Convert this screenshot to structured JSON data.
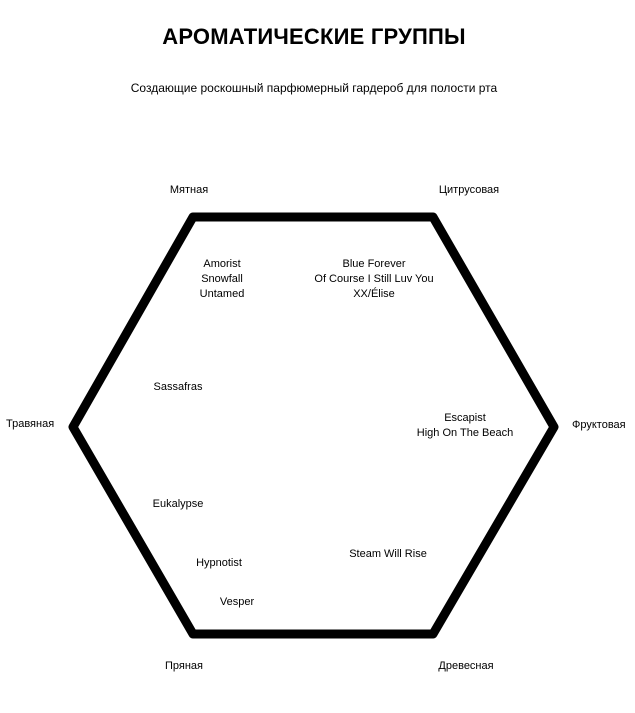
{
  "title": "АРОМАТИЧЕСКИЕ ГРУППЫ",
  "subtitle": "Создающие роскошный парфюмерный гардероб для полости рта",
  "corners": {
    "top_left": "Мятная",
    "top_right": "Цитрусовая",
    "left": "Травяная",
    "right": "Фруктовая",
    "bottom_left": "Пряная",
    "bottom_right": "Древесная"
  },
  "groups": {
    "mint": [
      "Amorist",
      "Snowfall",
      "Untamed"
    ],
    "citrus": [
      "Blue Forever",
      "Of Course I Still Luv You",
      "XX/Élise"
    ],
    "herbal": [
      "Sassafras"
    ],
    "fruity": [
      "Escapist",
      "High On The Beach"
    ],
    "herbal_spicy": [
      "Eukalypse"
    ],
    "spicy_1": [
      "Hypnotist"
    ],
    "spicy_2": [
      "Vesper"
    ],
    "woody": [
      "Steam Will Rise"
    ]
  },
  "colors": {
    "background": "#ffffff",
    "line": "#000000",
    "text": "#000000"
  }
}
